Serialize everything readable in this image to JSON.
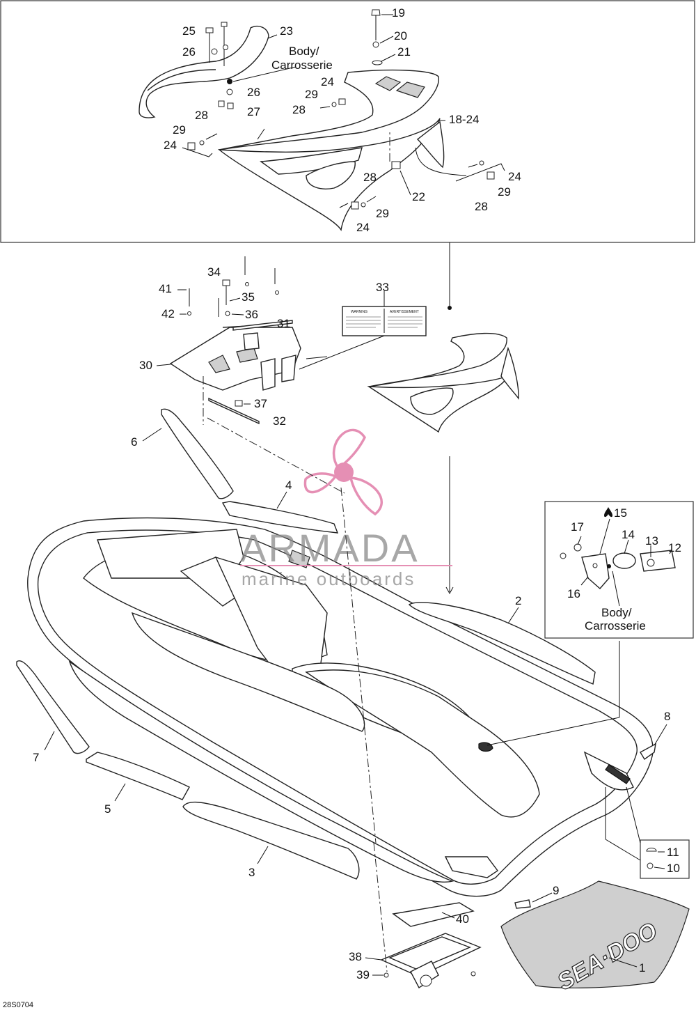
{
  "drawing_code": "28S0704",
  "watermark": {
    "brand": "ARMADA",
    "tagline": "marine outboards",
    "logo_icon": "propeller-logo-icon",
    "logo_color": "#e58fb4"
  },
  "notes": {
    "body_top_line1": "Body/",
    "body_top_line2": "Carrosserie",
    "body_inset_line1": "Body/",
    "body_inset_line2": "Carrosserie"
  },
  "callouts": {
    "c1": "1",
    "c2": "2",
    "c3": "3",
    "c4": "4",
    "c5": "5",
    "c6": "6",
    "c7": "7",
    "c8": "8",
    "c9": "9",
    "c10": "10",
    "c11": "11",
    "c12": "12",
    "c13": "13",
    "c14": "14",
    "c15": "15",
    "c16": "16",
    "c17": "17",
    "c19": "19",
    "c20": "20",
    "c21": "21",
    "c22": "22",
    "c23": "23",
    "c18_24": "18-24",
    "c24a": "24",
    "c24b": "24",
    "c24c": "24",
    "c24d": "24",
    "c25": "25",
    "c26a": "26",
    "c26b": "26",
    "c27": "27",
    "c28a": "28",
    "c28b": "28",
    "c28c": "28",
    "c28d": "28",
    "c29a": "29",
    "c29b": "29",
    "c29c": "29",
    "c29d": "29",
    "c30": "30",
    "c31": "31",
    "c32": "32",
    "c33": "33",
    "c34": "34",
    "c35": "35",
    "c36": "36",
    "c37": "37",
    "c38": "38",
    "c39": "39",
    "c40": "40",
    "c41": "41",
    "c42": "42"
  },
  "decal_brand": "SEA·DOO",
  "warning_label": {
    "left_heading": "WARNING",
    "right_heading": "AVERTISSEMENT"
  }
}
